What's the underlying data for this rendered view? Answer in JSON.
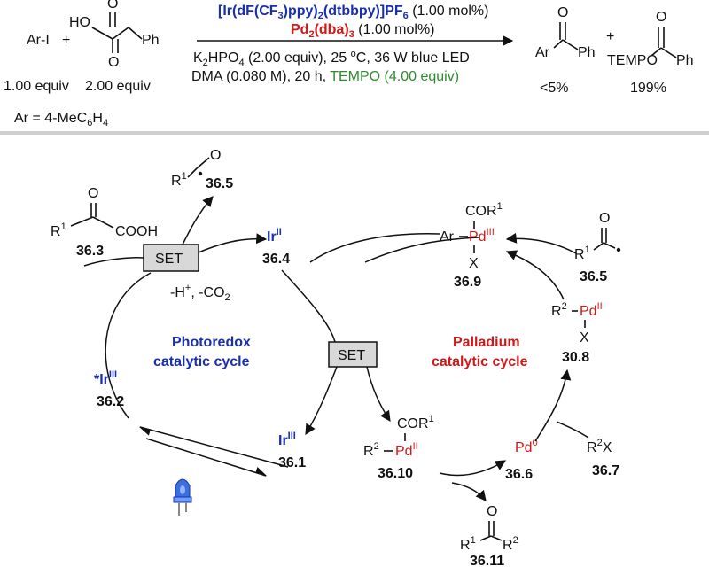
{
  "colors": {
    "blue": "#1a2fb0",
    "red": "#d01818",
    "green": "#2f8a2f",
    "divider": "#cfcfcf"
  },
  "top": {
    "aryl_iodide": "Ar-I",
    "plus1": "+",
    "acid_HO": "HO",
    "acid_O1": "O",
    "acid_O2": "O",
    "acid_Ph": "Ph",
    "equiv1": "1.00 equiv",
    "equiv2": "2.00 equiv",
    "ar_def": "Ar = 4-MeC",
    "ar_def_sub6": "6",
    "ar_def_H": "H",
    "ar_def_sub4": "4",
    "cat1_a": "[Ir(dF(CF",
    "cat1_sub3": "3",
    "cat1_b": ")ppy)",
    "cat1_sub2a": "2",
    "cat1_c": "(dtbbpy)]PF",
    "cat1_sub6": "6",
    "cat1_amount": " (1.00 mol%)",
    "cat2_a": "Pd",
    "cat2_sub2": "2",
    "cat2_b": "(dba)",
    "cat2_sub3": "3",
    "cat2_amount": " (1.00 mol%)",
    "cond1_a": "K",
    "cond1_sub2": "2",
    "cond1_b": "HPO",
    "cond1_sub4": "4",
    "cond1_c": " (2.00 equiv), 25 ",
    "cond1_sup": "o",
    "cond1_d": "C, 36 W blue LED",
    "cond2_a": "DMA (0.080 M), 20 h, ",
    "cond2_tempo": "TEMPO (4.00 equiv)",
    "prod1_Ar": "Ar",
    "prod1_Ph": "Ph",
    "prod1_O": "O",
    "plus2": "+",
    "prod2_TEMPO": "TEMPO",
    "prod2_Ph": "Ph",
    "prod2_O": "O",
    "yield1": "<5%",
    "yield2": "199%"
  },
  "mech": {
    "acyl_top": {
      "R": "R",
      "sup": "1",
      "O": "O",
      "label": "36.5"
    },
    "acid": {
      "O": "O",
      "R": "R",
      "sup": "1",
      "COOH": "COOH",
      "label": "36.3"
    },
    "set1": "SET",
    "set2": "SET",
    "loss": {
      "a": "-H",
      "sup": "+",
      "b": ", -CO",
      "sub": "2"
    },
    "irII": {
      "text": "Ir",
      "sup": "II",
      "label": "36.4"
    },
    "irIII_star": {
      "text": "*Ir",
      "sup": "III",
      "label": "36.2"
    },
    "irIII": {
      "text": "Ir",
      "sup": "III",
      "label": "36.1"
    },
    "cycle1": [
      "Photoredox",
      "catalytic cycle"
    ],
    "cycle2": [
      "Palladium",
      "catalytic cycle"
    ],
    "pdIII": {
      "COR": "COR",
      "sup": "1",
      "Ar": "Ar",
      "Pd": "Pd",
      "ox": "III",
      "X": "X",
      "label": "36.9"
    },
    "acyl_right": {
      "O": "O",
      "R": "R",
      "sup": "1",
      "label": "36.5"
    },
    "pdII_right": {
      "R": "R",
      "sup": "2",
      "Pd": "Pd",
      "ox": "II",
      "X": "X",
      "label": "30.8"
    },
    "pdII_bottom": {
      "COR": "COR",
      "sup1": "1",
      "R": "R",
      "sup2": "2",
      "Pd": "Pd",
      "ox": "II",
      "label": "36.10"
    },
    "pd0": {
      "Pd": "Pd",
      "sup": "0",
      "label": "36.6"
    },
    "r2x": {
      "R": "R",
      "sup": "2",
      "X": "X",
      "label": "36.7"
    },
    "ketone": {
      "O": "O",
      "R1": "R",
      "sup1": "1",
      "R2": "R",
      "sup2": "2",
      "label": "36.11"
    }
  }
}
